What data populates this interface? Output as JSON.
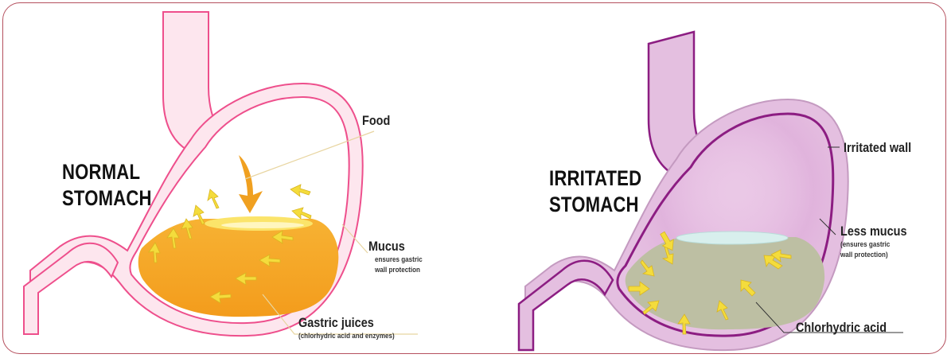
{
  "normal": {
    "title_line1": "NORMAL",
    "title_line2": "STOMACH",
    "labels": {
      "food": "Food",
      "mucus": "Mucus",
      "mucus_note_line1": "ensures gastric",
      "mucus_note_line2": "wall protection",
      "gastric_juices": "Gastric juices",
      "gastric_juices_note": "(chlorhydric acid and enzymes)"
    }
  },
  "irritated": {
    "title_line1": "IRRITATED",
    "title_line2": "STOMACH",
    "labels": {
      "irritated_wall": "Irritated wall",
      "less_mucus": "Less mucus",
      "less_mucus_note_line1": "(ensures gastric",
      "less_mucus_note_line2": "wall protection)",
      "chlorhydric_acid": "Chlorhydric acid"
    }
  },
  "colors": {
    "frame_border": "#b5505e",
    "normal_wall": "#ee4f8c",
    "normal_wall_fill": "#fde6ee",
    "gastric_juice": "#f5a623",
    "arrow_yellow": "#f4dc3c",
    "food_arrow": "#f0a020",
    "irritated_wall": "#8c1d82",
    "irritated_wall_fill": "#e4bfe0",
    "acid_fill": "#bdbfa3",
    "mucus_film": "#cfe9e6"
  }
}
